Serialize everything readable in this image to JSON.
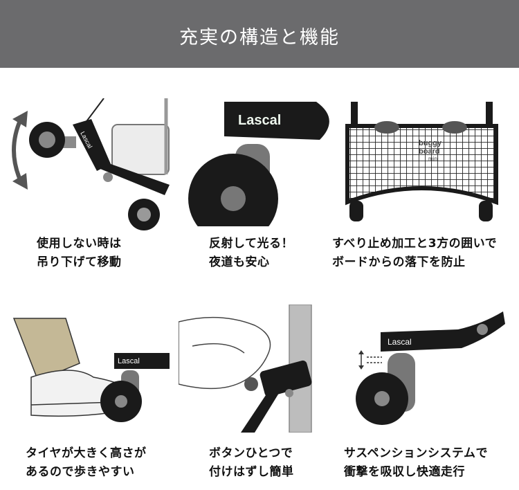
{
  "header": {
    "title": "充実の構造と機能"
  },
  "features": [
    {
      "line1": "使用しない時は",
      "line2": "吊り下げて移動",
      "illustration": "folding-wheel"
    },
    {
      "line1": "反射して光る！",
      "line2": "夜道も安心",
      "illustration": "reflective-logo",
      "logo": "Lascal"
    },
    {
      "line1": "すべり止め加工と3方の囲いで",
      "line2": "ボードからの落下を防止",
      "illustration": "board-with-guards",
      "board_logo_line1": "buggy",
      "board_logo_line2": "board",
      "board_logo_line3": "mini"
    },
    {
      "line1": "タイヤが大きく高さが",
      "line2": "あるので歩きやすい",
      "illustration": "big-wheel-foot",
      "logo": "Lascal"
    },
    {
      "line1": "ボタンひとつで",
      "line2": "付けはずし簡単",
      "illustration": "button-attach"
    },
    {
      "line1": "サスペンションシステムで",
      "line2": "衝撃を吸収し快適走行",
      "illustration": "suspension",
      "logo": "Lascal"
    }
  ],
  "colors": {
    "header_bg": "#6b6b6d",
    "dark": "#1a1a1a",
    "wheel_hub": "#777777"
  }
}
